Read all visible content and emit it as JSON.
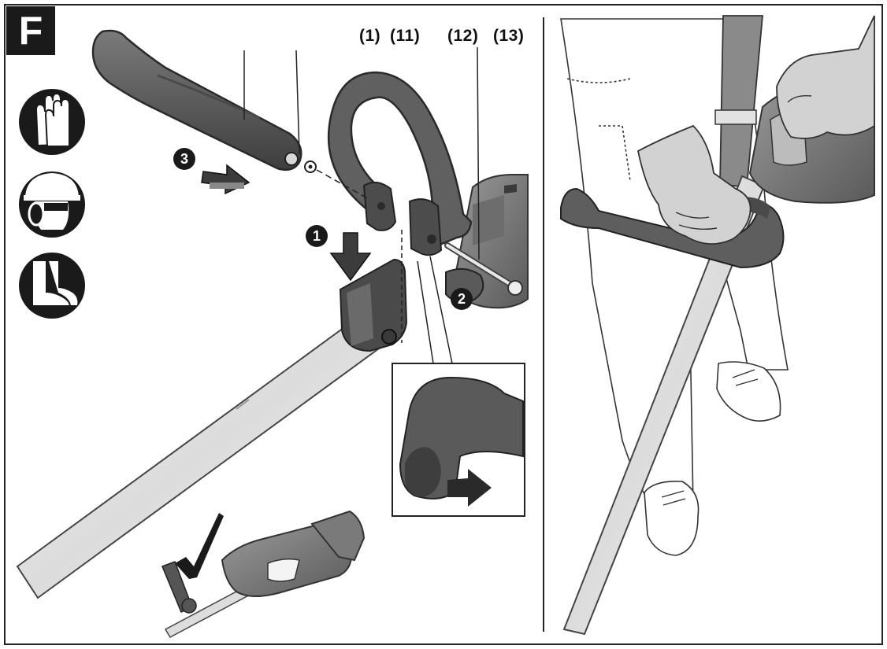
{
  "figure": {
    "label": "F"
  },
  "callouts": {
    "c1": "(1)",
    "c11": "(11)",
    "c12": "(12)",
    "c13": "(13)"
  },
  "steps": {
    "s1": "1",
    "s2": "2",
    "s3": "3"
  },
  "icons": [
    "gloves-icon",
    "helmet-visor-ear-protection-icon",
    "safety-boots-icon",
    "checkmark-icon"
  ],
  "colors": {
    "dark_gray": "#5a5a5a",
    "mid_gray": "#8a8a8a",
    "light_gray": "#e6e6e6",
    "black": "#1a1a1a"
  }
}
